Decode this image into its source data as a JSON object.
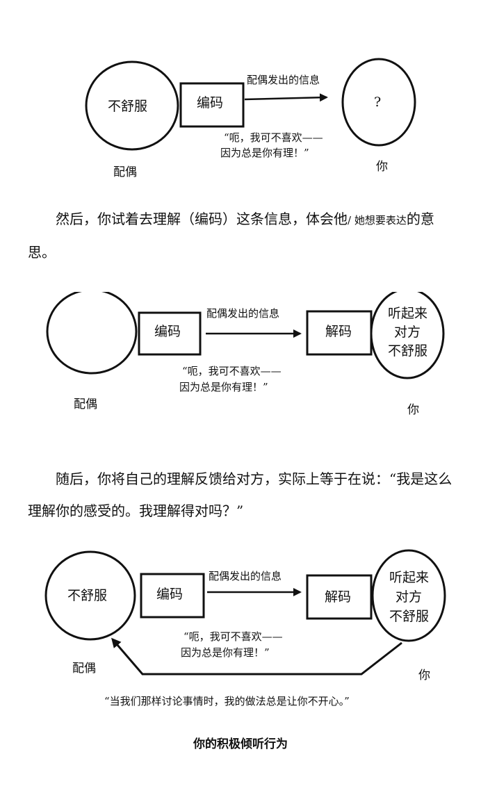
{
  "diagram1": {
    "sender_node": "不舒服",
    "encode_box": "编码",
    "message_label": "配偶发出的信息",
    "receiver_node": "?",
    "quote_line1": "“呃，我可不喜欢——",
    "quote_line2": "因为总是你有理！”",
    "sender_name": "配偶",
    "receiver_name": "你"
  },
  "paragraph1": {
    "text_a": "然后，你试着去理解（编码）这条信息，体会他",
    "text_small": "/ 她想要表达",
    "text_b": "的意思。"
  },
  "diagram2": {
    "encode_box": "编码",
    "message_label": "配偶发出的信息",
    "decode_box": "解码",
    "receiver_node_line1": "听起来",
    "receiver_node_line2": "对方",
    "receiver_node_line3": "不舒服",
    "quote_line1": "“呃，我可不喜欢——",
    "quote_line2": "因为总是你有理！”",
    "sender_name": "配偶",
    "receiver_name": "你"
  },
  "paragraph2": {
    "text": "随后，你将自己的理解反馈给对方，实际上等于在说：“我是这么理解你的感受的。我理解得对吗？”"
  },
  "diagram3": {
    "sender_node": "不舒服",
    "encode_box": "编码",
    "message_label": "配偶发出的信息",
    "decode_box": "解码",
    "receiver_node_line1": "听起来",
    "receiver_node_line2": "对方",
    "receiver_node_line3": "不舒服",
    "quote_line1": "“呃，我可不喜欢——",
    "quote_line2": "因为总是你有理！”",
    "sender_name": "配偶",
    "receiver_name": "你",
    "feedback_quote": "“当我们那样讨论事情时，我的做法总是让你不开心。”"
  },
  "caption": "你的积极倾听行为"
}
